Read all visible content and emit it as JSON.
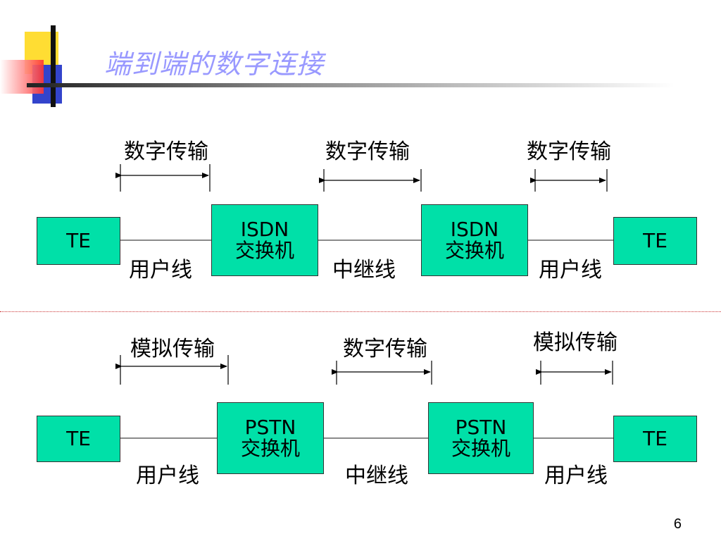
{
  "slide": {
    "title": "端到端的数字连接",
    "page_number": "6"
  },
  "colors": {
    "node_fill": "#00e0a8",
    "title": "#9999ff",
    "separator": "#cc3333"
  },
  "diagrams": [
    {
      "transmission": [
        "数字传输",
        "数字传输",
        "数字传输"
      ],
      "nodes": [
        {
          "line1": "TE",
          "line2": ""
        },
        {
          "line1": "ISDN",
          "line2": "交换机"
        },
        {
          "line1": "ISDN",
          "line2": "交换机"
        },
        {
          "line1": "TE",
          "line2": ""
        }
      ],
      "lines": [
        "用户线",
        "中继线",
        "用户线"
      ]
    },
    {
      "transmission": [
        "模拟传输",
        "数字传输",
        "模拟传输"
      ],
      "nodes": [
        {
          "line1": "TE",
          "line2": ""
        },
        {
          "line1": "PSTN",
          "line2": "交换机"
        },
        {
          "line1": "PSTN",
          "line2": "交换机"
        },
        {
          "line1": "TE",
          "line2": ""
        }
      ],
      "lines": [
        "用户线",
        "中继线",
        "用户线"
      ]
    }
  ]
}
